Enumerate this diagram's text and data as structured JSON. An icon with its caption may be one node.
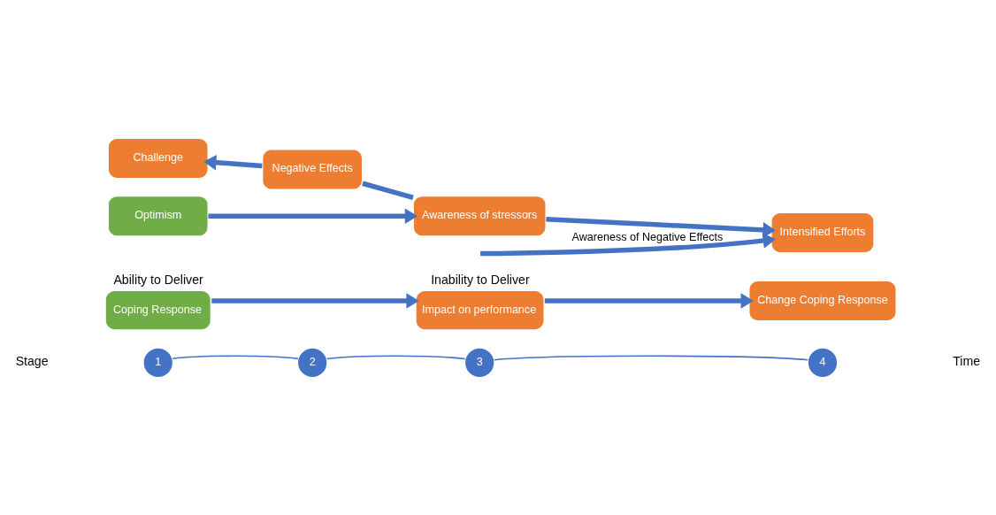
{
  "diagram": {
    "nodes": [
      {
        "text": [
          "Challenge"
        ]
      },
      {
        "text": [
          "Negative Effects"
        ]
      },
      {
        "text": [
          "Optimism"
        ]
      },
      {
        "text": [
          "Awareness of stressors"
        ]
      },
      {
        "text": [
          "Intensified Efforts"
        ]
      },
      {
        "text": [
          "Coping Response"
        ],
        "beside": [
          "Ability to Deliver"
        ]
      },
      {
        "text": [
          "Impact on performance"
        ],
        "beside": [
          "Inability to Deliver"
        ]
      },
      {
        "text": [
          "Change Coping Response"
        ]
      },
      {
        "text": [
          "1"
        ]
      },
      {
        "text": [
          "2"
        ]
      },
      {
        "text": [
          "3"
        ]
      },
      {
        "text": [
          "4"
        ]
      }
    ],
    "edges": [
      {
        "from": 3,
        "to": 1,
        "arrow": "none"
      },
      {
        "from": 1,
        "to": 0,
        "arrow": "to"
      },
      {
        "from": 2,
        "to": 3,
        "arrow": "to"
      },
      {
        "from": 3,
        "to": 4,
        "arrow": "to"
      },
      {
        "from": null,
        "to": 4,
        "arrow": "to",
        "label": "Awareness of Negative Effects"
      },
      {
        "from": 5,
        "to": 6,
        "arrow": "to"
      },
      {
        "from": 6,
        "to": 7,
        "arrow": "to"
      },
      {
        "from": 8,
        "to": 9,
        "arrow": "none"
      },
      {
        "from": 9,
        "to": 10,
        "arrow": "none"
      },
      {
        "from": 10,
        "to": 11,
        "arrow": "none"
      }
    ],
    "labels": [
      "Stage",
      "Time"
    ]
  }
}
